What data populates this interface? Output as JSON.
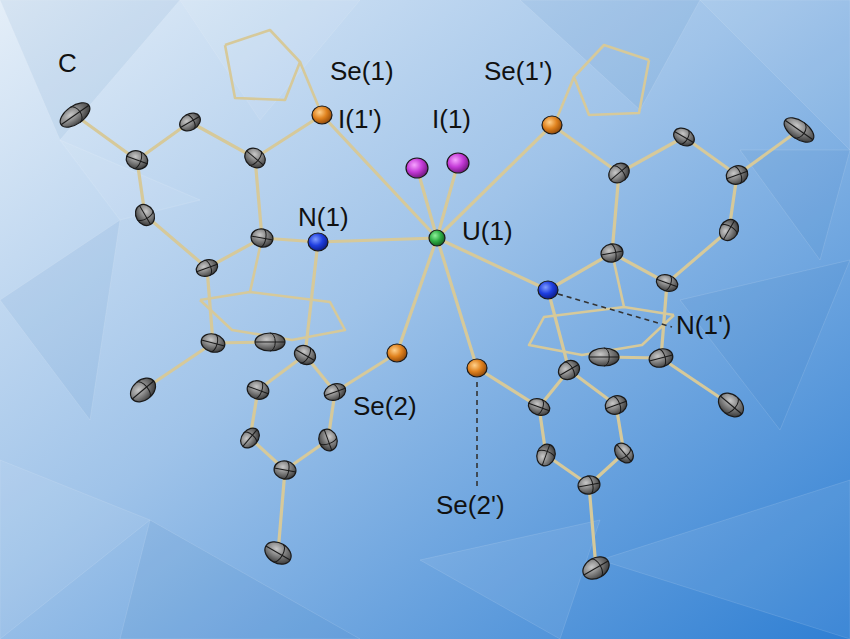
{
  "diagram": {
    "labels": [
      "C",
      "Se(1)",
      "I(1')",
      "I(1)",
      "Se(1')",
      "N(1)",
      "U(1)",
      "N(1')",
      "Se(2)",
      "Se(2')"
    ]
  }
}
